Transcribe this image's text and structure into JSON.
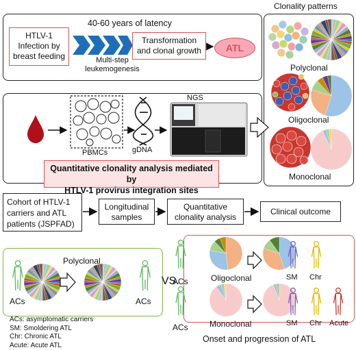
{
  "panel1": {
    "latency": "40-60 years of latency",
    "infection_line1": "HTLV-1",
    "infection_line2": "Infection  by",
    "infection_line3": "breast feeding",
    "multistep_line1": "Multi-step",
    "multistep_line2": "leukemogenesis",
    "transform_line1": "Transformation",
    "transform_line2": "and clonal growth",
    "atl": "ATL",
    "colors": {
      "red": "#d9534f",
      "arrow_blue": "#1f6fb8",
      "atl_fill": "#f7a8b8"
    }
  },
  "panel2": {
    "pbmcs": "PBMCs",
    "gdna": "gDNA",
    "ngs": "NGS",
    "method_line1": "Quantitative clonality analysis mediated by",
    "method_line2": "HTLV-1 provirus integration sites"
  },
  "patterns": {
    "title": "Clonality patterns",
    "polyclonal": "Polyclonal",
    "oligoclonal": "Oligoclonal",
    "monoclonal": "Monoclonal"
  },
  "flow": {
    "cohort_line1": "Cohort of HTLV-1",
    "cohort_line2": "carriers and ATL",
    "cohort_line3": "patients (JSPFAD)",
    "longitudinal_line1": "Longitudinal",
    "longitudinal_line2": "samples",
    "quant_line1": "Quantitative",
    "quant_line2": "clonality analysis",
    "outcome": "Clinical outcome"
  },
  "bottom_left": {
    "title": "Polyclonal",
    "ac_left": "ACs",
    "ac_right": "ACs"
  },
  "vs": "VS.",
  "bottom_right": {
    "ac_top": "ACs",
    "ac_bottom": "ACs",
    "oligoclonal": "Oligoclonal",
    "monoclonal": "Monoclonal",
    "sm": "SM",
    "chr_top": "Chr",
    "chr_bottom": "Chr",
    "acute": "Acute",
    "caption": "Onset and progression of ATL"
  },
  "legend": [
    "ACs: asymptomatic carriers",
    "SM: Smoldering ATL",
    "Chr: Chronic ATL",
    "Acute: Acute ATL"
  ]
}
